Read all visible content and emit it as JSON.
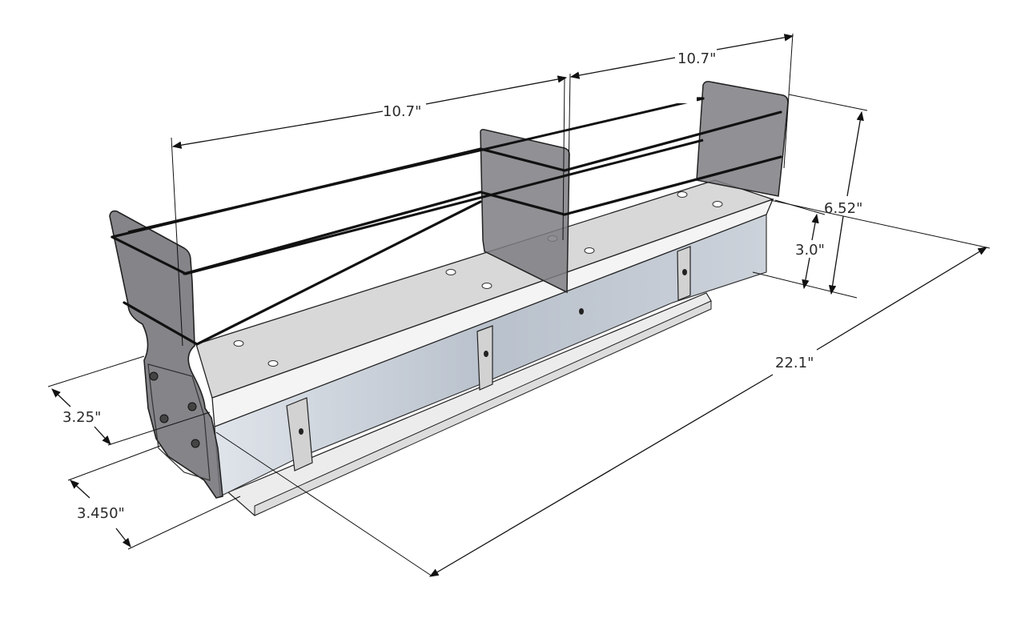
{
  "dimensions": {
    "left_section_length": "10.7\"",
    "right_section_length": "10.7\"",
    "overall_height": "6.52\"",
    "base_height": "3.0\"",
    "overall_length": "22.1\"",
    "width_top": "3.25\"",
    "width_base": "3.450\""
  },
  "colors": {
    "panel_grey": "#7b7b80",
    "tray_top": "#d7d7d7",
    "tray_front": "#f3f3f3",
    "metal_body": "#c6ccd4",
    "rail": "#111111"
  }
}
